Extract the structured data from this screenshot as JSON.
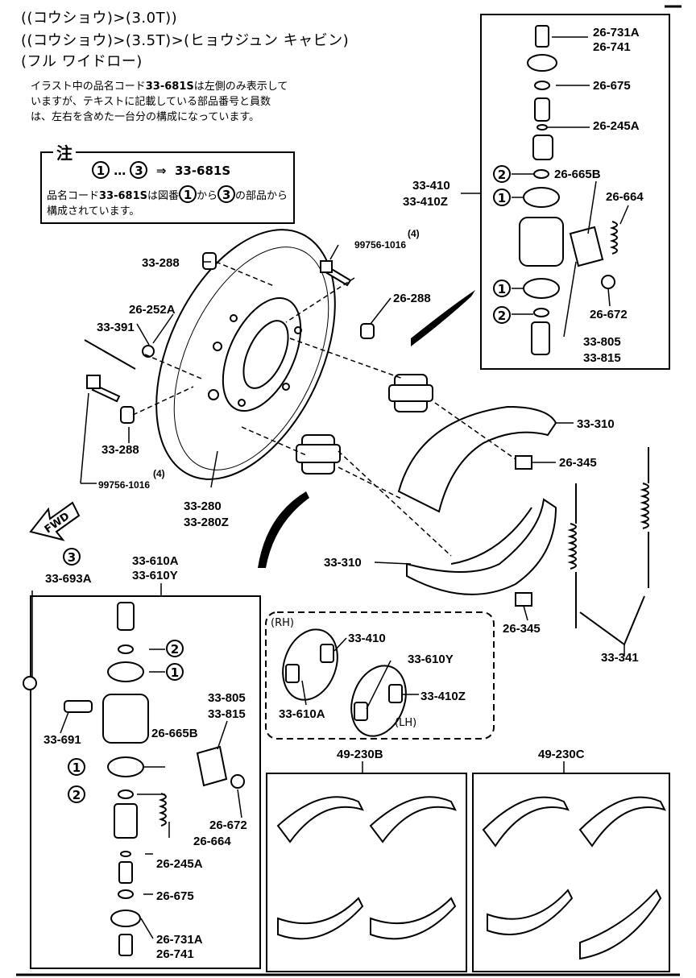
{
  "header": {
    "line1": "((コウショウ)>(3.0T))",
    "line2": "((コウショウ)>(3.5T)>(ヒョウジュン キャビン)",
    "line3": "(フル ワイドロー)"
  },
  "note": {
    "text1_pre": "イラスト中の品名コード",
    "text1_code": "33-681S",
    "text1_post": "は左側のみ表示していますが、テキストに記載している部品番号と員数は、左右を含めた一台分の構成になっています。",
    "box_title": "注",
    "formula_from": "1",
    "formula_dots": "…",
    "formula_to": "3",
    "formula_arrow": "⇒",
    "formula_code": "33-681S",
    "body_pre": "品名コード",
    "body_code": "33-681S",
    "body_mid1": "は図番",
    "body_n1": "1",
    "body_mid2": "から",
    "body_n2": "3",
    "body_post": "の部品から構成されています。"
  },
  "labels": {
    "p26731A_top": "26-731A",
    "p26741_top": "26-741",
    "p26675_top": "26-675",
    "p26245A_top": "26-245A",
    "p26665B_top": "26-665B",
    "p26664_top": "26-664",
    "p33410": "33-410",
    "p33410Z": "33-410Z",
    "p26672_top": "26-672",
    "p33805_top": "33-805",
    "p33815_top": "33-815",
    "p33288_top": "33-288",
    "qty1": "(4)",
    "p99756_top": "99756-1016",
    "p26252A": "26-252A",
    "p33391": "33-391",
    "p26288": "26-288",
    "p33288_bot": "33-288",
    "qty2": "(4)",
    "p99756_bot": "99756-1016",
    "p33280": "33-280",
    "p33280Z": "33-280Z",
    "p33310_a": "33-310",
    "p26345_a": "26-345",
    "p33310_b": "33-310",
    "p26345_b": "26-345",
    "p33341": "33-341",
    "fwd": "FWD",
    "p33693A": "33-693A",
    "p33610A": "33-610A",
    "p33610Y": "33-610Y",
    "p33691": "33-691",
    "p26665B_bot": "26-665B",
    "p33805_bot": "33-805",
    "p33815_bot": "33-815",
    "p26672_bot": "26-672",
    "p26664_bot": "26-664",
    "p26245A_bot": "26-245A",
    "p26675_bot": "26-675",
    "p26731A_bot": "26-731A",
    "p26741_bot": "26-741",
    "rh": "(RH)",
    "lh": "(LH)",
    "rh_33410": "33-410",
    "rh_33610A": "33-610A",
    "lh_33610Y": "33-610Y",
    "lh_33410Z": "33-410Z",
    "kit_49230B": "49-230B",
    "kit_49230C": "49-230C"
  },
  "callouts": {
    "c1": "1",
    "c2": "2",
    "c3": "3"
  }
}
